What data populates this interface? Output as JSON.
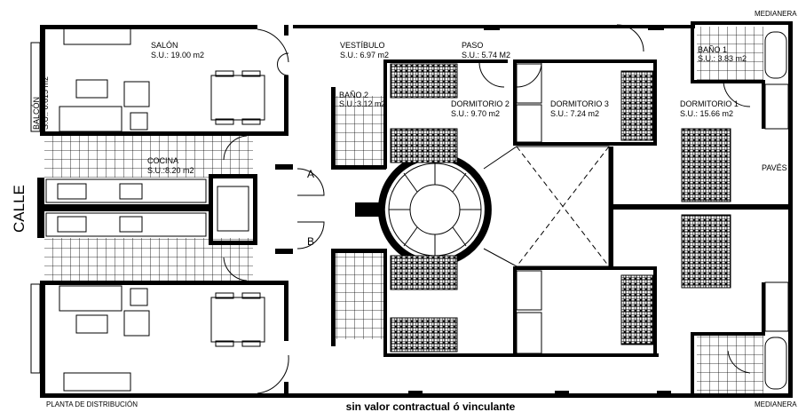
{
  "plan": {
    "street_label": "CALLE",
    "top_party_wall": "MEDIANERA",
    "bottom_party_wall": "MEDIANERA",
    "glass_block_label": "PAVÉS",
    "entry_a": "A",
    "entry_b": "B",
    "footer_title": "PLANTA DE DISTRIBUCIÓN",
    "disclaimer": "sin valor contractual ó vinculante"
  },
  "rooms": {
    "salon": {
      "name": "SALÓN",
      "area": "S.U.: 19.00  m2"
    },
    "balcon": {
      "name": "BALCÓN",
      "area": "S.U.: 0.615  m2"
    },
    "cocina": {
      "name": "COCINA",
      "area": "S.U.:8.20  m2"
    },
    "vestibulo": {
      "name": "VESTÍBULO",
      "area": "S.U.: 6.97  m2"
    },
    "bano2": {
      "name": "BAÑO 2",
      "area": "S.U.:3.12  m2"
    },
    "paso": {
      "name": "PASO",
      "area": "S.U.: 5.74  M2"
    },
    "dormitorio2": {
      "name": "DORMITORIO 2",
      "area": "S.U.: 9.70  m2"
    },
    "dormitorio3": {
      "name": "DORMITORIO 3",
      "area": "S.U.: 7.24  m2"
    },
    "dormitorio1": {
      "name": "DORMITORIO 1",
      "area": "S.U.: 15.66  m2"
    },
    "bano1": {
      "name": "BAÑO 1",
      "area": "S.U.: 3.83  m2"
    }
  }
}
